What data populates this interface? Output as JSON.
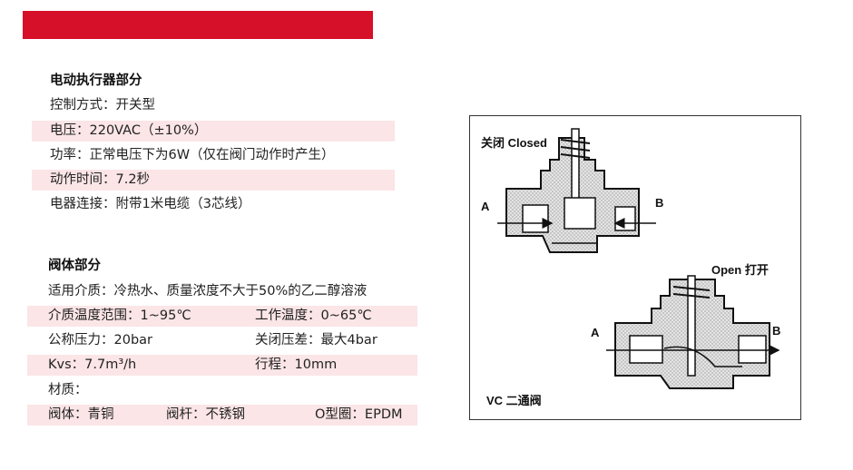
{
  "section_actuator": {
    "heading": "电动执行器部分",
    "control_mode": "控制方式：开关型",
    "voltage": "电压：220VAC（±10%）",
    "power": "功率：正常电压下为6W（仅在阀门动作时产生）",
    "action_time": "动作时间：7.2秒",
    "connection": "电器连接：附带1米电缆（3芯线）"
  },
  "section_valve": {
    "heading": "阀体部分",
    "medium": "适用介质：冷热水、质量浓度不大于50%的乙二醇溶液",
    "medium_temp": "介质温度范围：1~95℃",
    "work_temp": "工作温度：0~65℃",
    "pressure": "公称压力：20bar",
    "close_pressure": "关闭压差：最大4bar",
    "kvs": "Kvs：7.7m³/h",
    "stroke": "行程：10mm",
    "material_label": "材质：",
    "body_material": "阀体：青铜",
    "stem_material": "阀杆：不锈钢",
    "oring_material": "O型圈：EPDM"
  },
  "figure": {
    "closed_label": "关闭 Closed",
    "open_label": "Open 打开",
    "port_a": "A",
    "port_b": "B",
    "caption": "VC 二通阀"
  },
  "colors": {
    "banner": "#d7102a",
    "row_shade": "#fbe5e7"
  }
}
